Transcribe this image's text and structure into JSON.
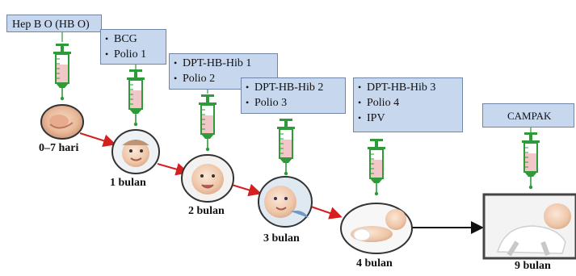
{
  "vaccines": {
    "hb0": "Hep B O (HB O)",
    "m1": [
      "BCG",
      "Polio 1"
    ],
    "m2": [
      "DPT-HB-Hib 1",
      "Polio 2"
    ],
    "m3": [
      "DPT-HB-Hib 2",
      "Polio 3"
    ],
    "m4": [
      "DPT-HB-Hib 3",
      "Polio 4",
      "IPV"
    ],
    "m9": "CAMPAK"
  },
  "ages": {
    "a0": "0–7 hari",
    "a1": "1 bulan",
    "a2": "2 bulan",
    "a3": "3 bulan",
    "a4": "4 bulan",
    "a9": "9 bulan"
  },
  "icons": {
    "syringe": "syringe-icon",
    "baby": "baby-photo"
  },
  "colors": {
    "box_fill": "#c6d7ee",
    "box_border": "#6f86a8",
    "syringe_green": "#2e9a3a",
    "syringe_liquid": "#f2c7c7",
    "arrow_red": "#d42020",
    "arrow_black": "#111111"
  }
}
